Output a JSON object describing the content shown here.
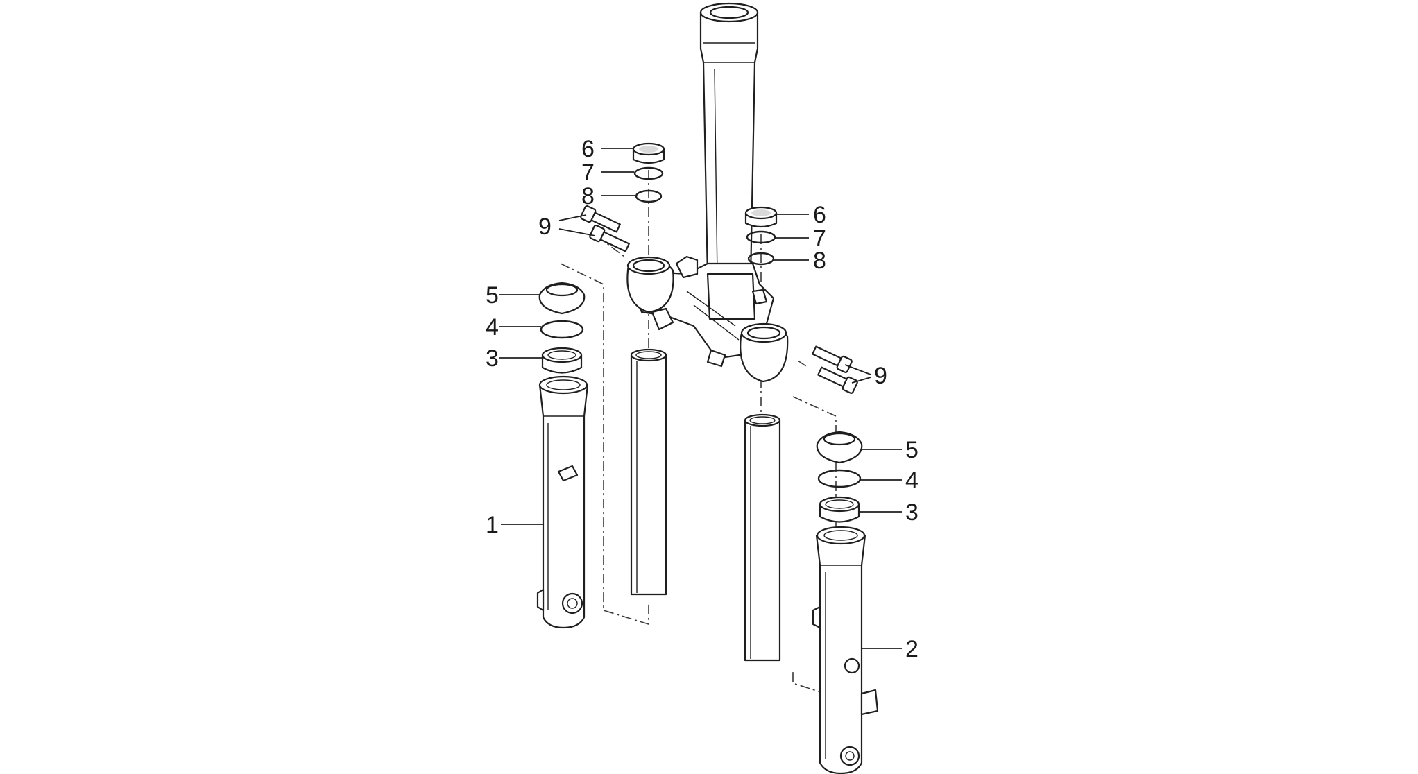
{
  "callouts": {
    "left": {
      "n6": "6",
      "n7": "7",
      "n8": "8",
      "n9": "9",
      "n5": "5",
      "n4": "4",
      "n3": "3",
      "n1": "1"
    },
    "right": {
      "n6": "6",
      "n7": "7",
      "n8": "8",
      "n9": "9",
      "n5": "5",
      "n4": "4",
      "n3": "3",
      "n2": "2"
    }
  },
  "colors": {
    "line": "#1f1f1f",
    "background": "#ffffff"
  }
}
